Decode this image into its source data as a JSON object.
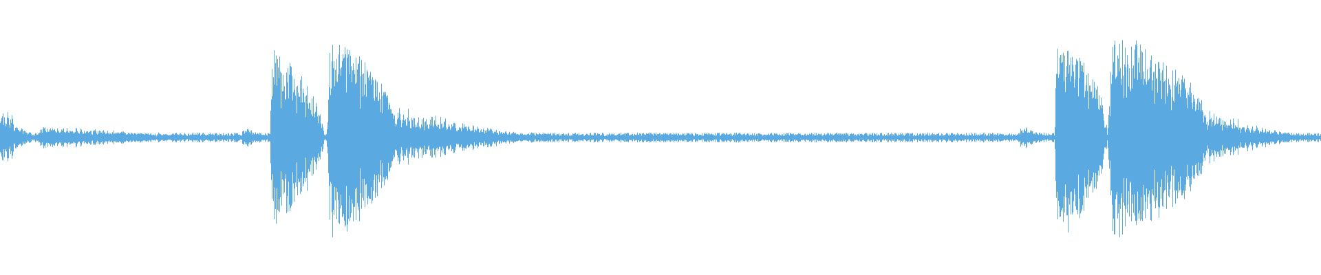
{
  "waveform": {
    "color": "#5aa9e0",
    "background": "#ffffff",
    "amplitude_scale": [
      0,
      1
    ],
    "events": [
      {
        "start": 0.0,
        "end": 0.03,
        "peak": 0.32,
        "decay": 0.6,
        "kind": "tail"
      },
      {
        "start": 0.03,
        "end": 0.183,
        "peak": 0.12,
        "decay": 0.55,
        "kind": "tail"
      },
      {
        "start": 0.183,
        "end": 0.205,
        "peak": 0.12,
        "decay": 0.5,
        "kind": "tail"
      },
      {
        "start": 0.204,
        "end": 0.245,
        "peak": 0.88,
        "decay": 0.5,
        "kind": "burst"
      },
      {
        "start": 0.247,
        "end": 0.3,
        "peak": 1.0,
        "decay": 0.45,
        "kind": "burst"
      },
      {
        "start": 0.3,
        "end": 0.42,
        "peak": 0.28,
        "decay": 0.55,
        "kind": "tail"
      },
      {
        "start": 0.772,
        "end": 0.8,
        "peak": 0.12,
        "decay": 0.5,
        "kind": "tail"
      },
      {
        "start": 0.798,
        "end": 0.838,
        "peak": 1.0,
        "decay": 0.45,
        "kind": "burst"
      },
      {
        "start": 0.838,
        "end": 0.915,
        "peak": 1.0,
        "decay": 0.4,
        "kind": "burst"
      },
      {
        "start": 0.915,
        "end": 1.0,
        "peak": 0.28,
        "decay": 0.7,
        "kind": "tail"
      }
    ],
    "noise_floor": 0.03
  }
}
